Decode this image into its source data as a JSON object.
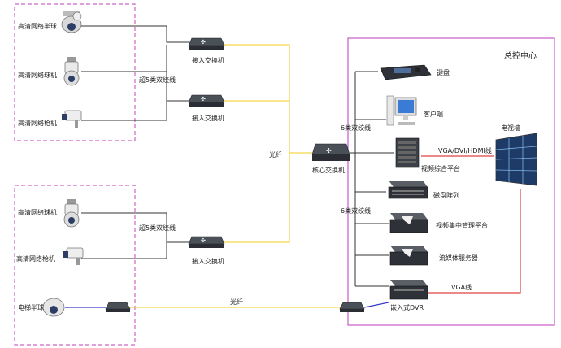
{
  "zones": {
    "control_center_title": "总控中心"
  },
  "cameras": {
    "cam1": "高清网络半球",
    "cam2": "高清网络球机",
    "cam3": "高清网络枪机",
    "cam4": "高清网络球机",
    "cam5": "高清网络枪机",
    "cam6": "电梯半球"
  },
  "switches": {
    "access1": "接入交换机",
    "access2": "接入交换机",
    "access3": "接入交换机",
    "core": "核心交换机"
  },
  "cables": {
    "cat5e_1": "超5类双绞线",
    "cat5e_2": "超5类双绞线",
    "fiber_1": "光纤",
    "fiber_2": "光纤",
    "cat6_1": "6类双绞线",
    "cat6_2": "6类双绞线",
    "vga_multi": "VGA/DVI/HDMI线",
    "vga": "VGA线"
  },
  "devices": {
    "keyboard": "键盘",
    "client": "客户端",
    "video_platform": "视频综合平台",
    "tv_wall": "电视墙",
    "disk_array": "磁盘阵列",
    "mgmt_platform": "视频集中管理平台",
    "stream_server": "流媒体服务器",
    "dvr": "嵌入式DVR"
  },
  "colors": {
    "zone_border": "#cc66cc",
    "fiber_line": "#f2d64a",
    "hdmi_line": "#e04040",
    "elevator_line": "#3a3acc",
    "cable_line": "#333333"
  }
}
